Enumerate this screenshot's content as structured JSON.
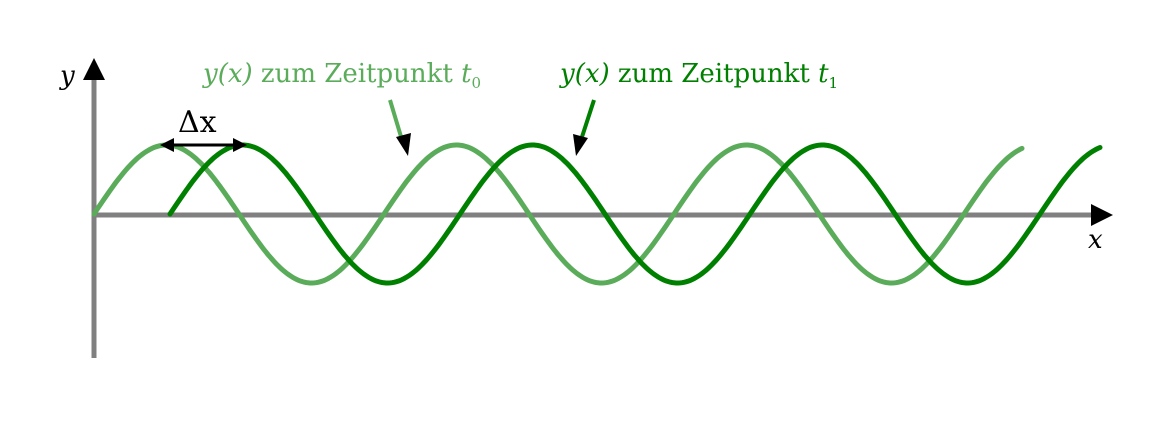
{
  "axes": {
    "x_label": "x",
    "y_label": "y",
    "axis_color": "#808080"
  },
  "displacement": {
    "label": "Δx",
    "color": "#000000"
  },
  "waves": [
    {
      "var": "y(x)",
      "text": " zum Zeitpunkt ",
      "time_var": "t",
      "time_sub": "0",
      "color": "#5aac5a"
    },
    {
      "var": "y(x)",
      "text": " zum Zeitpunkt ",
      "time_var": "t",
      "time_sub": "1",
      "color": "#008000"
    }
  ]
}
